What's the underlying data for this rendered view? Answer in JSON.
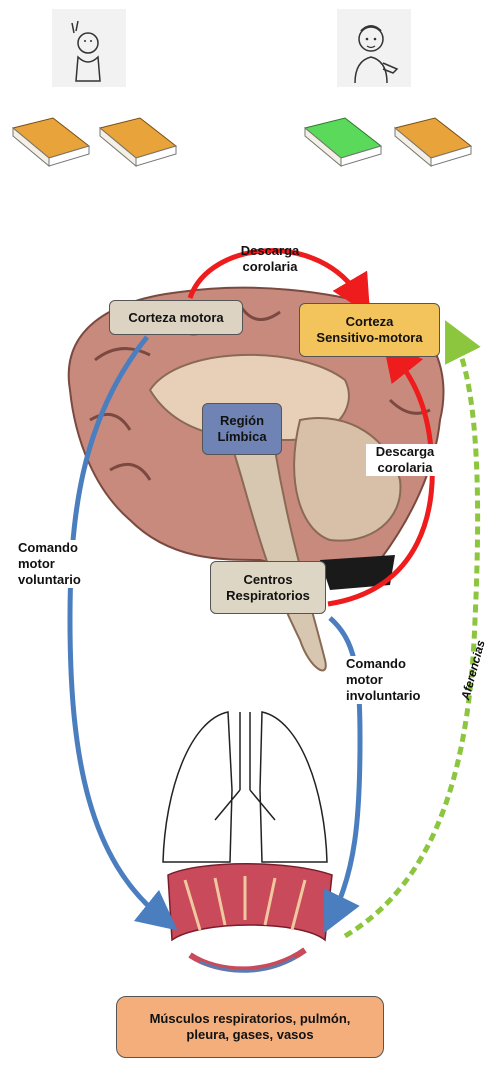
{
  "labels": {
    "descarga_top": "Descarga\ncorolaria",
    "descarga_right": "Descarga\ncorolaria",
    "corteza_motora": "Corteza motora",
    "corteza_sensitiva": "Corteza\nSensitivo-motora",
    "region_limbica": "Región\nLímbica",
    "centros_resp": "Centros\nRespiratorios",
    "comando_voluntario": "Comando\nmotor\nvoluntario",
    "comando_involuntario": "Comando\nmotor\ninvoluntario",
    "aferencias": "Aferencias",
    "bottom_box": "Músculos respiratorios, pulmón,\npleura, gases, vasos"
  },
  "colors": {
    "red_arrow": "#ee1c1c",
    "blue_arrow": "#4a7ebf",
    "green_arrow": "#8cc63f",
    "corteza_motora_bg": "#dcd3c2",
    "corteza_sensitiva_bg": "#f3c45c",
    "region_limbica_bg": "#6f84b5",
    "centros_bg": "#ddd6c4",
    "bottom_box_bg": "#f4ae7c",
    "book_orange": "#e8a33a",
    "book_green": "#5bd95b",
    "brain": "#c98a7e"
  },
  "icons": [
    "person-thinking-icon",
    "person-speaking-icon",
    "book-orange-icon",
    "book-green-icon",
    "brain-illustration",
    "lungs-illustration",
    "diaphragm-illustration"
  ]
}
